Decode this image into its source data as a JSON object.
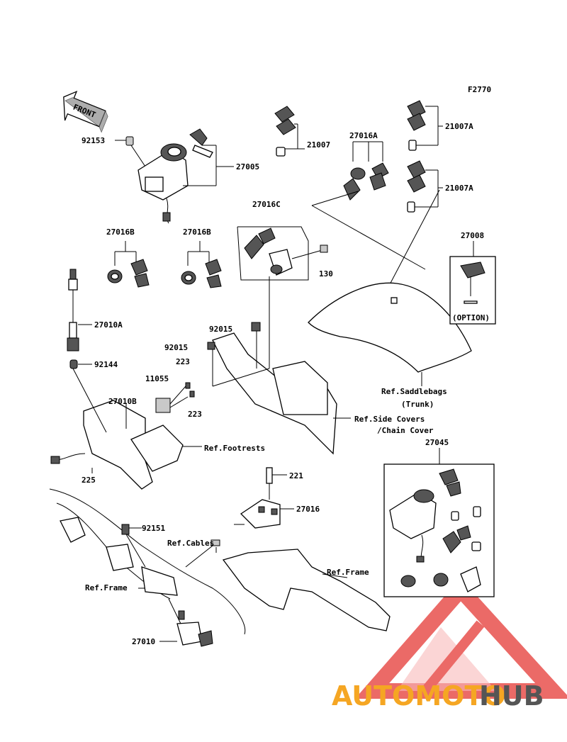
{
  "figure_id": "F2770",
  "front_arrow_label": "FRONT",
  "callouts": {
    "c92153": "92153",
    "c27005": "27005",
    "c21007": "21007",
    "c27016A": "27016A",
    "c21007A_1": "21007A",
    "c21007A_2": "21007A",
    "c27016C": "27016C",
    "c27016B_1": "27016B",
    "c27016B_2": "27016B",
    "c130": "130",
    "c27008": "27008",
    "option": "(OPTION)",
    "c27010A": "27010A",
    "c92015_1": "92015",
    "c92015_2": "92015",
    "c92144": "92144",
    "c223_1": "223",
    "c11055": "11055",
    "c27010B": "27010B",
    "c223_2": "223",
    "ref_saddlebags_1": "Ref.Saddlebags",
    "ref_saddlebags_2": "(Trunk)",
    "ref_sidecovers_1": "Ref.Side Covers",
    "ref_sidecovers_2": "/Chain Cover",
    "c27045": "27045",
    "ref_footrests": "Ref.Footrests",
    "c225": "225",
    "c221": "221",
    "c27016": "27016",
    "c92151": "92151",
    "ref_cables": "Ref.Cables",
    "ref_frame_1": "Ref.Frame",
    "ref_frame_2": "Ref.Frame",
    "c27010": "27010"
  },
  "watermark": {
    "part1": "AUTOMOTO",
    "part2": "HUB",
    "color1": "#f5a623",
    "color2": "#555555",
    "logo_color": "#e53935"
  }
}
